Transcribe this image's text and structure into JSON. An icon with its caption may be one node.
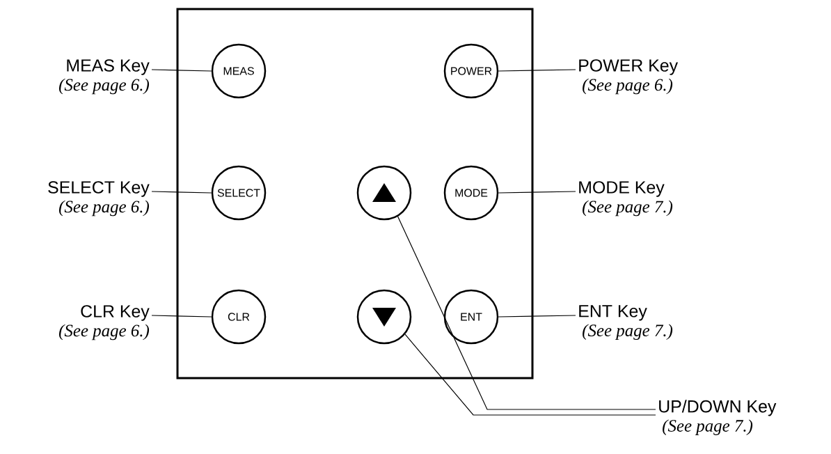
{
  "diagram": {
    "nodes": [
      {
        "text": [],
        "shape": "box"
      },
      {
        "text": [
          "MEAS Key",
          "(See page 6.)"
        ]
      },
      {
        "text": [
          "MEAS"
        ],
        "in": 0
      },
      {
        "text": [
          "POWER"
        ],
        "in": 0
      },
      {
        "text": [
          "POWER Key",
          "(See page 6.)"
        ]
      },
      {
        "text": [
          "SELECT Key",
          "(See page 6.)"
        ]
      },
      {
        "text": [
          "SELECT"
        ],
        "in": 0
      },
      {
        "text": [],
        "shape": "circle",
        "in": 0
      },
      {
        "text": [
          "MODE"
        ],
        "in": 0
      },
      {
        "text": [
          "MODE Key",
          "(See page 7.)"
        ]
      },
      {
        "text": [
          "CLR Key",
          "(See page 6.)"
        ]
      },
      {
        "text": [
          "CLR"
        ],
        "in": 0
      },
      {
        "text": [],
        "shape": "circle",
        "in": 0
      },
      {
        "text": [
          "ENT"
        ],
        "in": 0
      },
      {
        "text": [
          "ENT Key",
          "(See page 7.)"
        ]
      },
      {
        "text": [
          "UP/DOWN Key",
          "(See page 7.)"
        ]
      }
    ],
    "edges": [
      {
        "from": 1,
        "to": 2,
        "arrow": "none"
      },
      {
        "from": 4,
        "to": 3,
        "arrow": "none"
      },
      {
        "from": 5,
        "to": 6,
        "arrow": "none"
      },
      {
        "from": 9,
        "to": 8,
        "arrow": "none"
      },
      {
        "from": 10,
        "to": 11,
        "arrow": "none"
      },
      {
        "from": 14,
        "to": 13,
        "arrow": "none"
      },
      {
        "from": 15,
        "to": 7,
        "arrow": "none"
      },
      {
        "from": 15,
        "to": 12,
        "arrow": "none"
      }
    ]
  }
}
